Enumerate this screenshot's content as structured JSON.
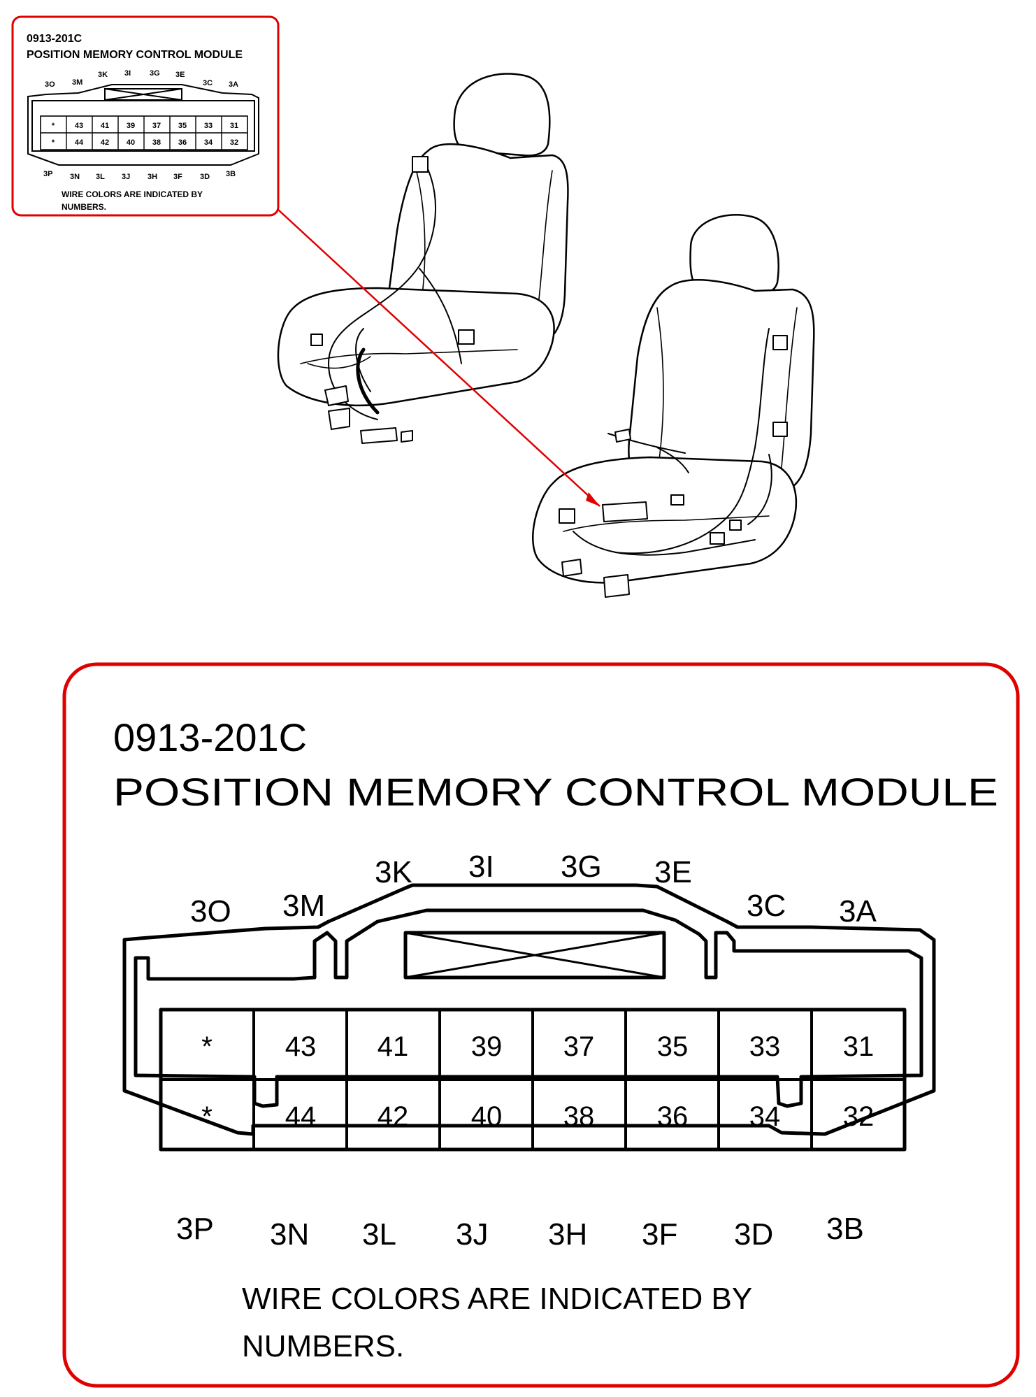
{
  "small_callout": {
    "code": "0913-201C",
    "title": "POSITION MEMORY CONTROL MODULE",
    "note_line1": "WIRE COLORS ARE INDICATED BY",
    "note_line2": "NUMBERS."
  },
  "large_callout": {
    "code": "0913-201C",
    "title": "POSITION MEMORY CONTROL MODULE",
    "note_line1": "WIRE COLORS ARE INDICATED BY",
    "note_line2": "NUMBERS."
  },
  "connector": {
    "top_labels": [
      "3O",
      "3M",
      "3K",
      "3I",
      "3G",
      "3E",
      "3C",
      "3A"
    ],
    "bottom_labels": [
      "3P",
      "3N",
      "3L",
      "3J",
      "3H",
      "3F",
      "3D",
      "3B"
    ],
    "row1": [
      "*",
      "43",
      "41",
      "39",
      "37",
      "35",
      "33",
      "31"
    ],
    "row2": [
      "*",
      "44",
      "42",
      "40",
      "38",
      "36",
      "34",
      "32"
    ]
  },
  "colors": {
    "callout_border": "#e00000",
    "leader_line": "#e00000",
    "ink": "#000000"
  }
}
